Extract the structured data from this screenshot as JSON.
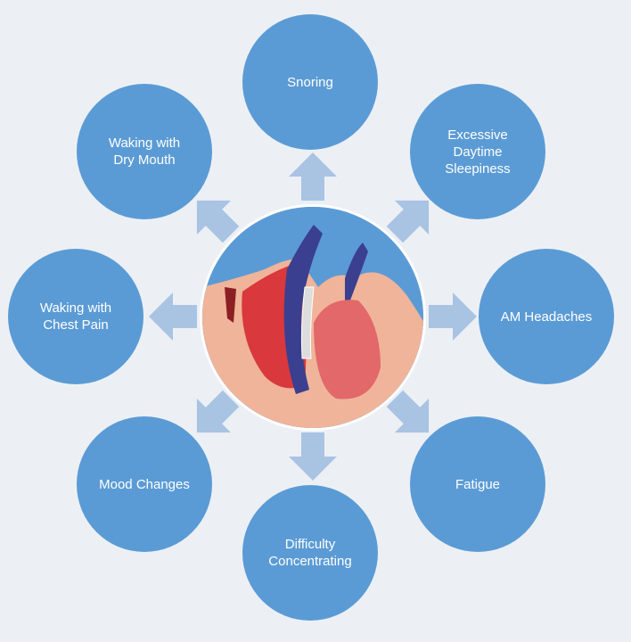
{
  "diagram": {
    "center_image": "sleep-apnea-airway-illustration",
    "nodes": [
      {
        "id": "snoring",
        "label": "Snoring"
      },
      {
        "id": "excessive-daytime-sleepiness",
        "label": "Excessive\nDaytime\nSleepiness"
      },
      {
        "id": "am-headaches",
        "label": "AM Headaches"
      },
      {
        "id": "fatigue",
        "label": "Fatigue"
      },
      {
        "id": "difficulty-concentrating",
        "label": "Difficulty\nConcentrating"
      },
      {
        "id": "mood-changes",
        "label": "Mood Changes"
      },
      {
        "id": "waking-with-chest-pain",
        "label": "Waking with\nChest Pain"
      },
      {
        "id": "waking-with-dry-mouth",
        "label": "Waking with\nDry Mouth"
      }
    ]
  },
  "colors": {
    "background": "#ecf0f5",
    "node": "#5b9bd5",
    "arrow": "#a9c3e3"
  }
}
